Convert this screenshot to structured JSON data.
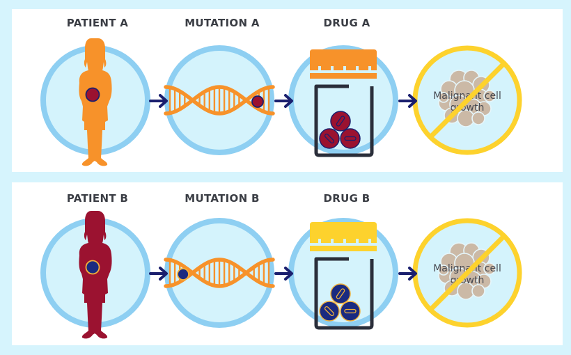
{
  "title": "Precision medicine: matching drugs to tumor mutations",
  "colors": {
    "background": "#d6f4fd",
    "panel": "#ffffff",
    "circle_ring": "#8ecff2",
    "circle_fill": "#d4f3fc",
    "dna": "#f7922a",
    "arrow": "#1a1f6e",
    "jar_outline": "#2a2e3a",
    "no_sign": "#fdd22d",
    "cells": "#cbb9a6",
    "text": "#3a3d44"
  },
  "rows": [
    {
      "id": "a",
      "patient_label": "PATIENT A",
      "mutation_label": "MUTATION A",
      "drug_label": "DRUG A",
      "outcome_text_line1": "Malignant cell",
      "outcome_text_line2": "growth",
      "patient_color": "#f7922a",
      "tumor_color": "#9b1230",
      "tumor_outline": "#1a1f6e",
      "mutation_position": "right",
      "cap_color": "#f7922a",
      "pill_color": "#9b1230",
      "pill_outline": "#1a1f6e"
    },
    {
      "id": "b",
      "patient_label": "PATIENT B",
      "mutation_label": "MUTATION B",
      "drug_label": "DRUG B",
      "outcome_text_line1": "Malignant cell",
      "outcome_text_line2": "growth",
      "patient_color": "#9b1230",
      "tumor_color": "#1a2a80",
      "tumor_outline": "#f2b13a",
      "mutation_position": "left",
      "cap_color": "#fdd22d",
      "pill_color": "#1a2a80",
      "pill_outline": "#f2b13a"
    }
  ]
}
